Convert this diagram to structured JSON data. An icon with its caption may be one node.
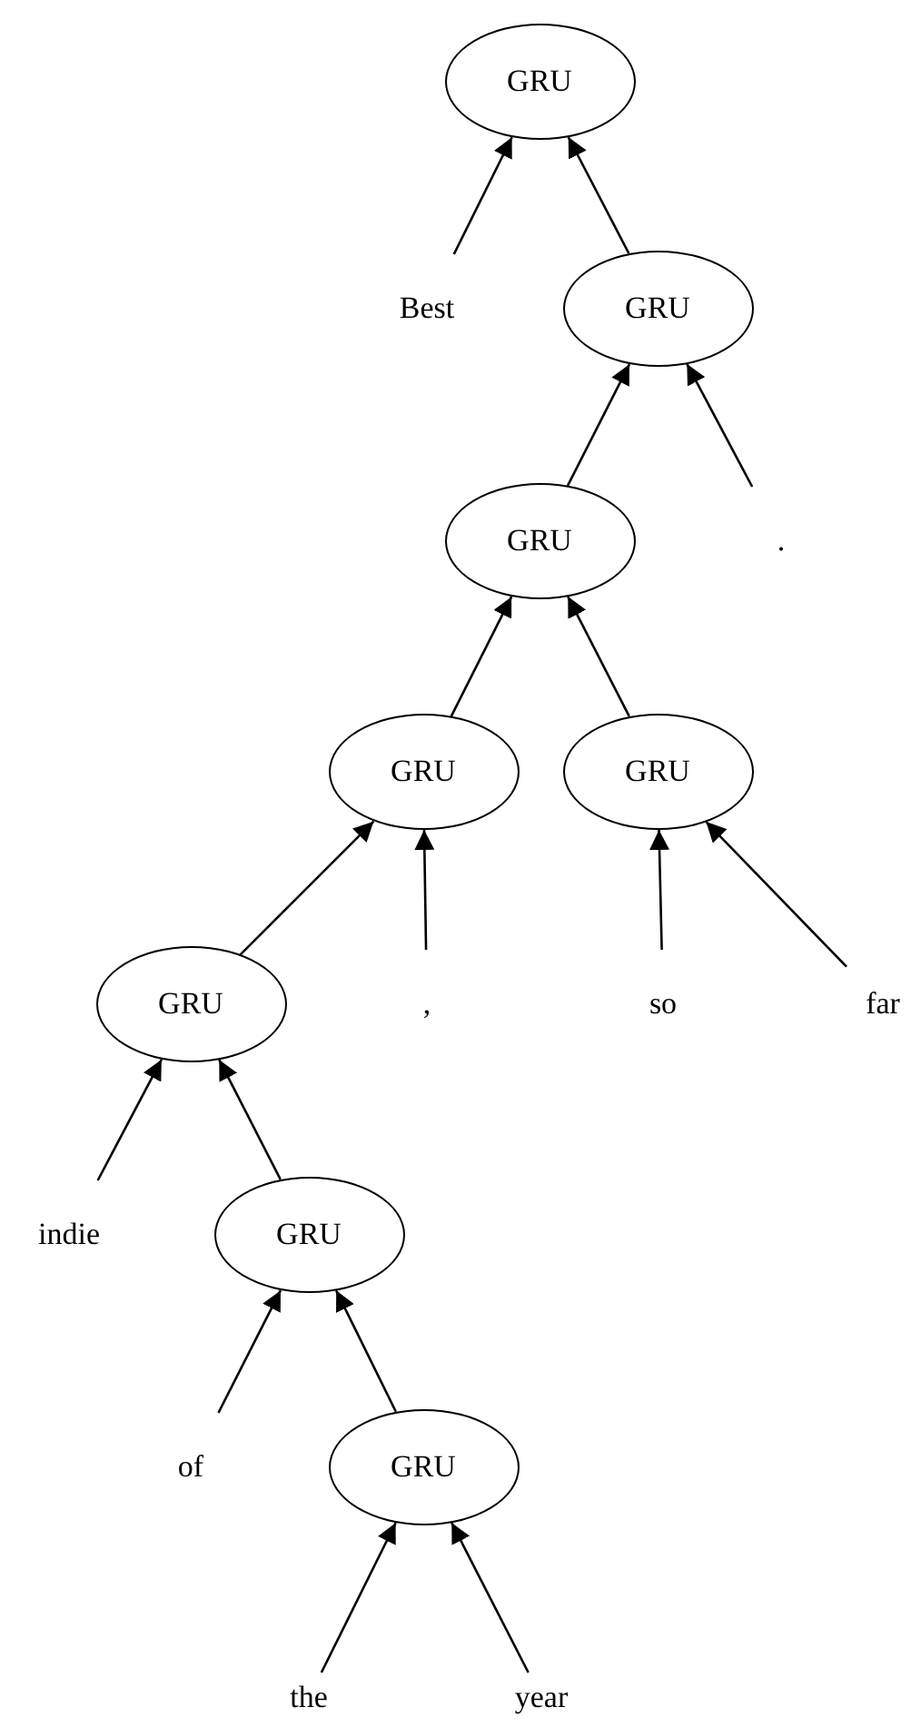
{
  "diagram": {
    "nodes": [
      {
        "text": [
          "GRU"
        ]
      },
      {
        "text": [
          "Best"
        ]
      },
      {
        "text": [
          "GRU"
        ]
      },
      {
        "text": [
          "GRU"
        ]
      },
      {
        "text": [
          "."
        ]
      },
      {
        "text": [
          "GRU"
        ]
      },
      {
        "text": [
          "GRU"
        ]
      },
      {
        "text": [
          "GRU"
        ]
      },
      {
        "text": [
          ","
        ]
      },
      {
        "text": [
          "so"
        ]
      },
      {
        "text": [
          "far"
        ]
      },
      {
        "text": [
          "indie"
        ]
      },
      {
        "text": [
          "GRU"
        ]
      },
      {
        "text": [
          "of"
        ]
      },
      {
        "text": [
          "GRU"
        ]
      },
      {
        "text": [
          "the"
        ]
      },
      {
        "text": [
          "year"
        ]
      }
    ],
    "edges": [
      {
        "from": 1,
        "to": 0,
        "arrow": "to"
      },
      {
        "from": 2,
        "to": 0,
        "arrow": "to"
      },
      {
        "from": 3,
        "to": 2,
        "arrow": "to"
      },
      {
        "from": 4,
        "to": 2,
        "arrow": "to"
      },
      {
        "from": 5,
        "to": 3,
        "arrow": "to"
      },
      {
        "from": 6,
        "to": 3,
        "arrow": "to"
      },
      {
        "from": 7,
        "to": 5,
        "arrow": "to"
      },
      {
        "from": 8,
        "to": 5,
        "arrow": "to"
      },
      {
        "from": 9,
        "to": 6,
        "arrow": "to"
      },
      {
        "from": 10,
        "to": 6,
        "arrow": "to"
      },
      {
        "from": 11,
        "to": 7,
        "arrow": "to"
      },
      {
        "from": 12,
        "to": 7,
        "arrow": "to"
      },
      {
        "from": 13,
        "to": 12,
        "arrow": "to"
      },
      {
        "from": 14,
        "to": 12,
        "arrow": "to"
      },
      {
        "from": 15,
        "to": 14,
        "arrow": "to"
      },
      {
        "from": 16,
        "to": 14,
        "arrow": "to"
      }
    ]
  }
}
